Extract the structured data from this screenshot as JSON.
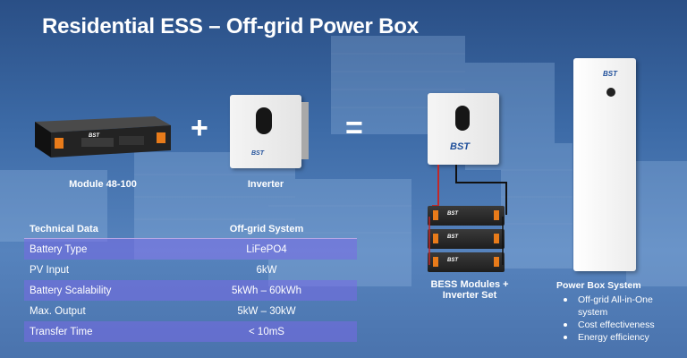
{
  "title": "Residential ESS – Off-grid Power Box",
  "combine_symbols": {
    "plus": "+",
    "equals": "="
  },
  "products": {
    "module": {
      "caption": "Module 48-100",
      "brand": "BST"
    },
    "inverter": {
      "caption": "Inverter",
      "brand": "BST"
    },
    "bess_set": {
      "caption_line1": "BESS Modules +",
      "caption_line2": "Inverter Set",
      "brand": "BST"
    },
    "power_box": {
      "brand": "BST"
    }
  },
  "spec_table": {
    "headers": [
      "Technical Data",
      "Off-grid System"
    ],
    "rows": [
      [
        "Battery Type",
        "LiFePO4"
      ],
      [
        "PV Input",
        "6kW"
      ],
      [
        "Battery Scalability",
        "5kWh – 60kWh"
      ],
      [
        "Max. Output",
        "5kW – 30kW"
      ],
      [
        "Transfer Time",
        "< 10mS"
      ]
    ]
  },
  "power_box_system": {
    "heading": "Power Box System",
    "bullets": [
      "Off-grid All-in-One",
      "system",
      "Cost effectiveness",
      "Energy efficiency"
    ]
  },
  "colors": {
    "background": "#3c6aa6",
    "table_band": "#7869e6",
    "brand_blue": "#1f4f9a"
  },
  "icons": [
    "battery-module-icon",
    "inverter-icon",
    "bess-stack-icon",
    "power-box-cabinet-icon",
    "cable-icon"
  ]
}
